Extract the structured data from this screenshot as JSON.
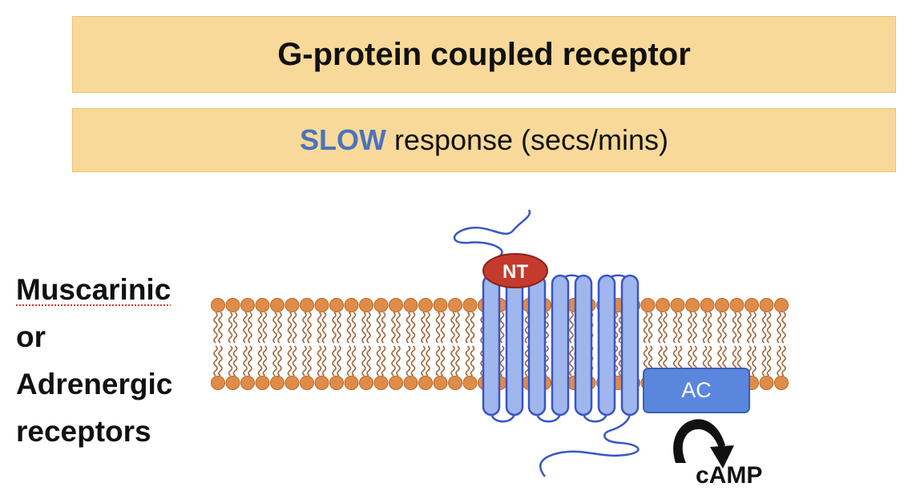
{
  "title": "G-protein coupled receptor",
  "subtitle": {
    "emphasis": "SLOW",
    "rest": " response (secs/mins)"
  },
  "receptors": {
    "line1": "Muscarinic",
    "line2": "or",
    "line3": "Adrenergic",
    "line4": "receptors"
  },
  "diagram": {
    "ligand_label": "NT",
    "enzyme_label": "AC",
    "product_label": "cAMP"
  },
  "colors": {
    "banner_fill": "#f8d999",
    "slow_text": "#4a73bd",
    "lipid_head": "#e08c49",
    "lipid_tail": "#a0663a",
    "helix_fill": "#9fb7ec",
    "helix_stroke": "#3b55c4",
    "ligand_fill": "#c43a2c",
    "enzyme_fill": "#5b86de"
  }
}
